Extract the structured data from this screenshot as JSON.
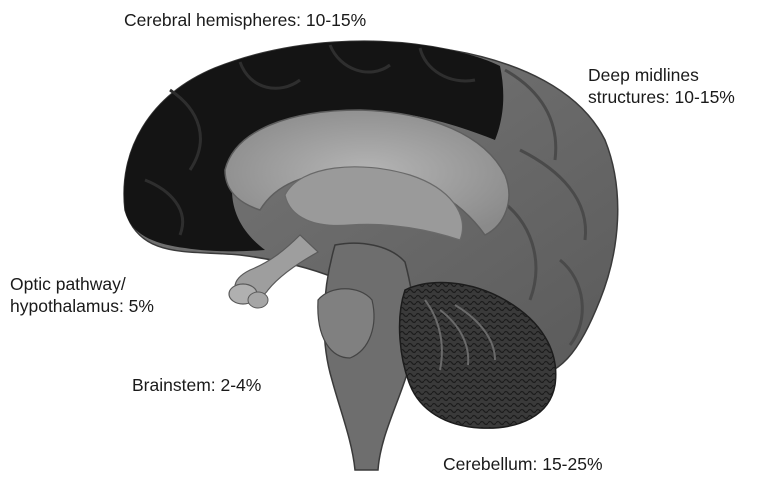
{
  "labels": {
    "cerebral_hemispheres": "Cerebral hemispheres: 10-15%",
    "deep_midline_line1": "Deep midlines",
    "deep_midline_line2": "structures: 10-15%",
    "optic_line1": "Optic pathway/",
    "optic_line2": "hypothalamus: 5%",
    "brainstem": "Brainstem: 2-4%",
    "cerebellum": "Cerebellum: 15-25%"
  }
}
